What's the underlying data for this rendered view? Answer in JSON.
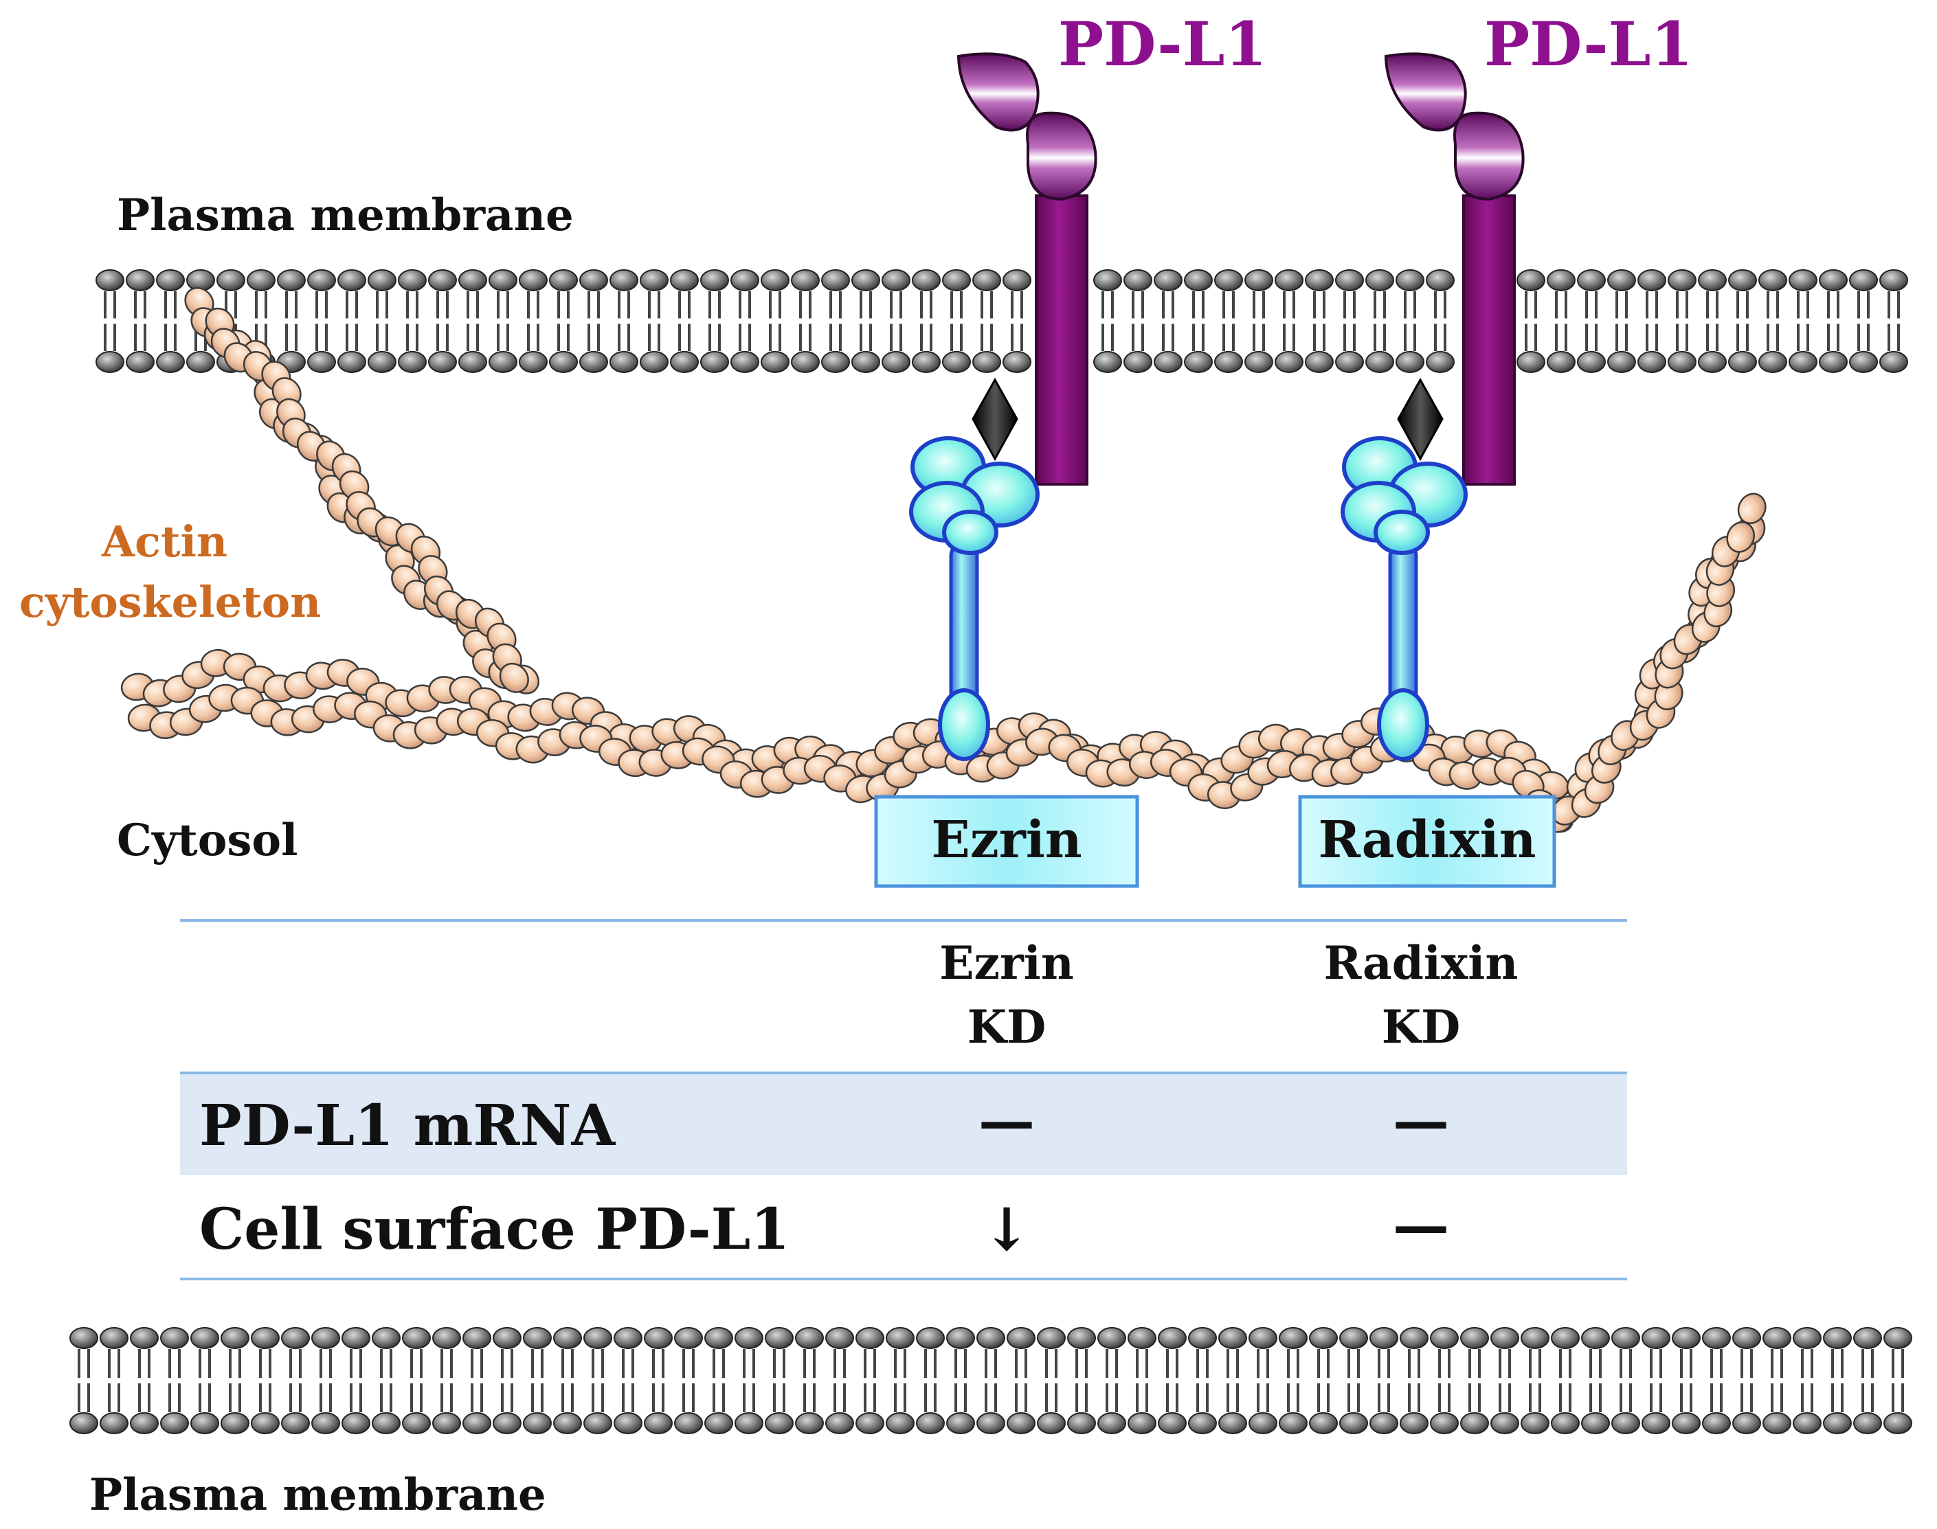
{
  "labels": {
    "plasma_membrane_top": "Plasma membrane",
    "plasma_membrane_bottom": "Plasma membrane",
    "cytosol": "Cytosol",
    "actin_line1": "Actin",
    "actin_line2": "cytoskeleton",
    "pdl1_left": "PD-L1",
    "pdl1_right": "PD-L1",
    "ezrin_box": "Ezrin",
    "radixin_box": "Radixin"
  },
  "table": {
    "col1": {
      "line1": "Ezrin",
      "line2": "KD"
    },
    "col2": {
      "line1": "Radixin",
      "line2": "KD"
    },
    "rows": [
      {
        "label": "PD-L1 mRNA",
        "ezrin": "—",
        "radixin": "—"
      },
      {
        "label": "Cell surface PD-L1",
        "ezrin": "↓",
        "radixin": "—"
      }
    ]
  },
  "colors": {
    "pdl1": "#8e108e",
    "pdl1_bar": "#7a0a6e",
    "actin_text": "#cc6a22",
    "actin_bead": "#f3c9a8",
    "erm_body": "#7ff2e6",
    "erm_outline": "#1e3fc8",
    "box_fill": "#b6f6fb",
    "box_border": "#4a92de",
    "table_band": "#dfe9f5",
    "table_rule": "#8ab8e6",
    "lipid_head": "#555555"
  }
}
